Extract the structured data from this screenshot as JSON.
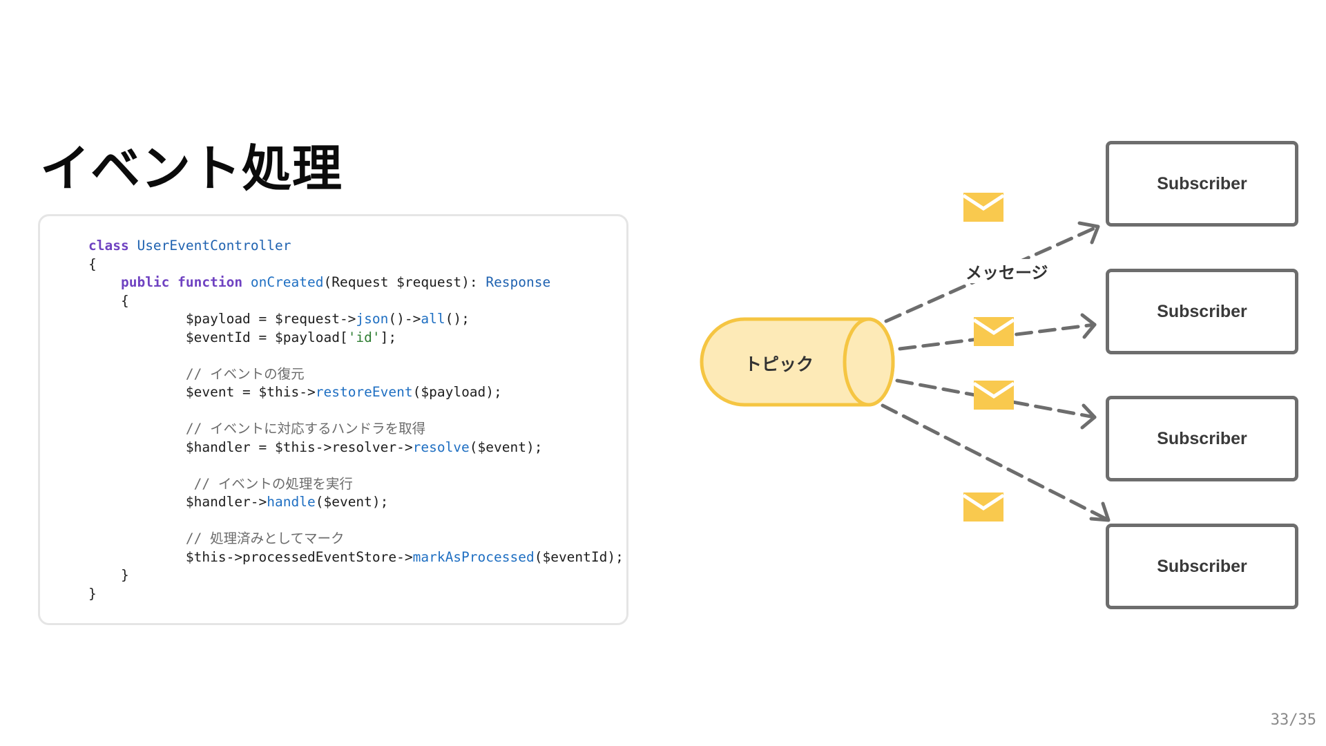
{
  "slide": {
    "title": "イベント処理",
    "page_number": "33/35"
  },
  "code": {
    "lines": [
      [
        {
          "t": "class",
          "c": "kw"
        },
        {
          "t": " "
        },
        {
          "t": "UserEventController",
          "c": "type"
        }
      ],
      [
        {
          "t": "{"
        }
      ],
      [
        {
          "t": "    "
        },
        {
          "t": "public",
          "c": "kw"
        },
        {
          "t": " "
        },
        {
          "t": "function",
          "c": "kw"
        },
        {
          "t": " "
        },
        {
          "t": "onCreated",
          "c": "fn"
        },
        {
          "t": "(Request $request): "
        },
        {
          "t": "Response",
          "c": "type"
        }
      ],
      [
        {
          "t": "    {"
        }
      ],
      [
        {
          "t": "            $payload = $request->"
        },
        {
          "t": "json",
          "c": "fn"
        },
        {
          "t": "()->"
        },
        {
          "t": "all",
          "c": "fn"
        },
        {
          "t": "();"
        }
      ],
      [
        {
          "t": "            $eventId = $payload["
        },
        {
          "t": "'id'",
          "c": "str"
        },
        {
          "t": "];"
        }
      ],
      [
        {
          "t": ""
        }
      ],
      [
        {
          "t": "            "
        },
        {
          "t": "// イベントの復元",
          "c": "cm"
        }
      ],
      [
        {
          "t": "            $event = $this->"
        },
        {
          "t": "restoreEvent",
          "c": "fn"
        },
        {
          "t": "($payload);"
        }
      ],
      [
        {
          "t": ""
        }
      ],
      [
        {
          "t": "            "
        },
        {
          "t": "// イベントに対応するハンドラを取得",
          "c": "cm"
        }
      ],
      [
        {
          "t": "            $handler = $this->resolver->"
        },
        {
          "t": "resolve",
          "c": "fn"
        },
        {
          "t": "($event);"
        }
      ],
      [
        {
          "t": ""
        }
      ],
      [
        {
          "t": "             "
        },
        {
          "t": "// イベントの処理を実行",
          "c": "cm"
        }
      ],
      [
        {
          "t": "            $handler->"
        },
        {
          "t": "handle",
          "c": "fn"
        },
        {
          "t": "($event);"
        }
      ],
      [
        {
          "t": ""
        }
      ],
      [
        {
          "t": "            "
        },
        {
          "t": "// 処理済みとしてマーク",
          "c": "cm"
        }
      ],
      [
        {
          "t": "            $this->processedEventStore->"
        },
        {
          "t": "markAsProcessed",
          "c": "fn"
        },
        {
          "t": "($eventId);"
        }
      ],
      [
        {
          "t": "    }"
        }
      ],
      [
        {
          "t": "}"
        }
      ]
    ]
  },
  "diagram": {
    "topic_label": "トピック",
    "message_label": "メッセージ",
    "subscribers": [
      "Subscriber",
      "Subscriber",
      "Subscriber",
      "Subscriber"
    ],
    "colors": {
      "topic_fill": "#fdeab7",
      "topic_stroke": "#f5c542",
      "envelope": "#f9c94e",
      "arrow": "#6d6d6d",
      "subscriber_border": "#6d6d6d"
    },
    "icons": [
      "envelope-icon",
      "envelope-icon",
      "envelope-icon",
      "envelope-icon"
    ]
  }
}
